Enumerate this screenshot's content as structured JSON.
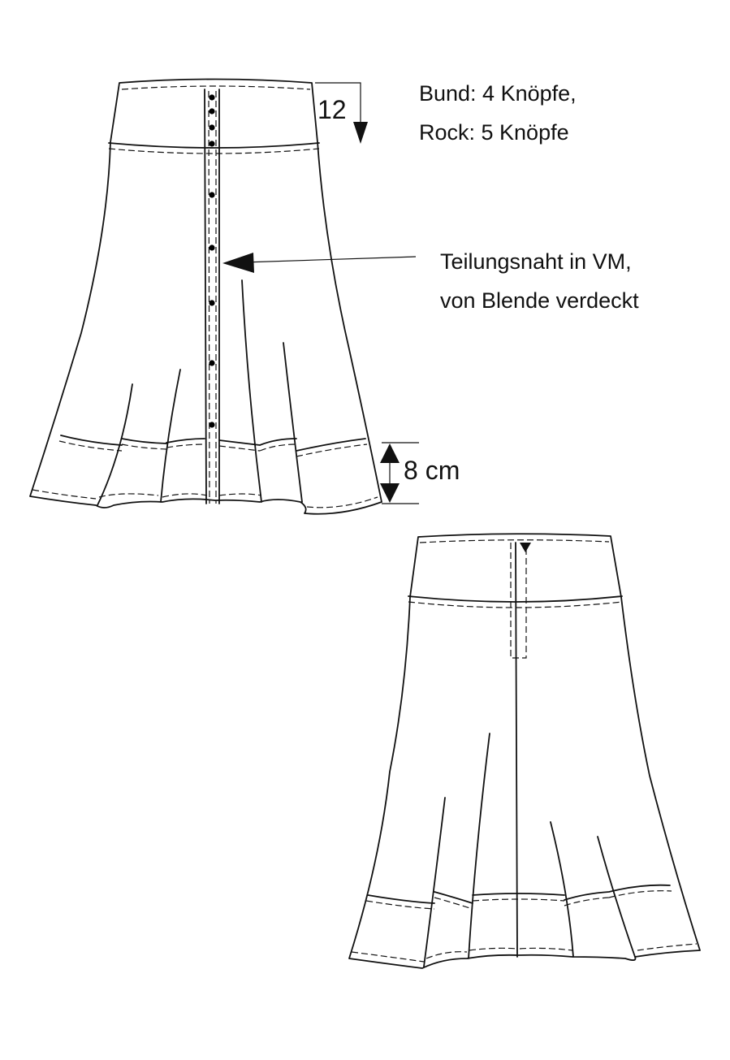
{
  "labels": {
    "waistband_height": "12",
    "button_note_line1": "Bund: 4 Knöpfe,",
    "button_note_line2": "Rock: 5 Knöpfe",
    "seam_note_line1": "Teilungsnaht in VM,",
    "seam_note_line2": "von Blende verdeckt",
    "hem_band_height": "8 cm"
  },
  "views": {
    "front": {
      "waistband_buttons": 4,
      "skirt_buttons": 5
    },
    "back": {
      "zipper": true
    }
  }
}
